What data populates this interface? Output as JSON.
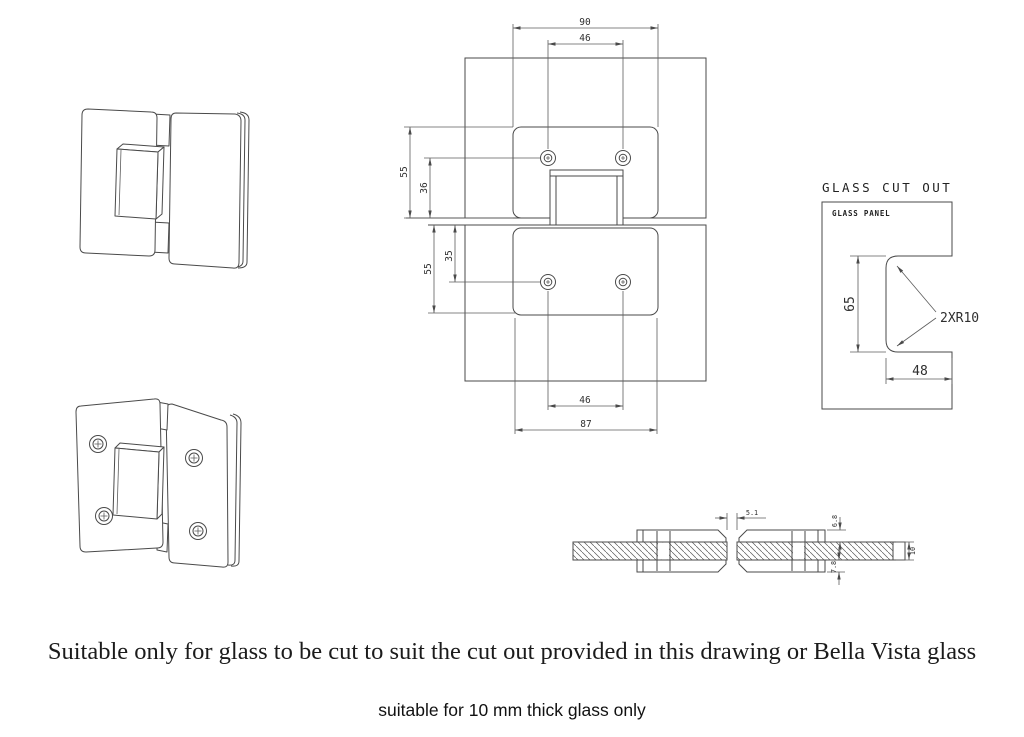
{
  "front_view": {
    "dim_90": "90",
    "dim_46_top": "46",
    "dim_55_top": "55",
    "dim_36": "36",
    "dim_55_bottom": "55",
    "dim_35": "35",
    "dim_46_bottom": "46",
    "dim_87": "87"
  },
  "cutout_view": {
    "title": "GLASS CUT OUT",
    "panel_label": "GLASS PANEL",
    "dim_65": "65",
    "dim_48": "48",
    "radius_note": "2XR10"
  },
  "section_view": {
    "dim_gap": "5.1",
    "dim_top_plate": "6.8",
    "dim_bottom_plate": "7.8",
    "dim_glass_thickness": "10"
  },
  "notes": {
    "line1": "Suitable only for glass to be cut to suit the cut out provided in this drawing or Bella Vista glass",
    "line2": "suitable for 10 mm thick glass only"
  },
  "colors": {
    "line": "#4a4a4a",
    "text": "#2f2f2f",
    "background": "#ffffff"
  }
}
